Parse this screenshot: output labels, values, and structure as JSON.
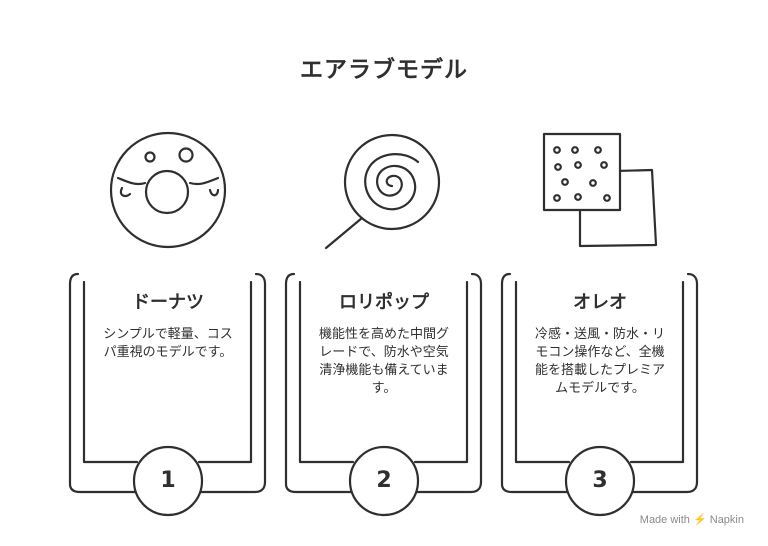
{
  "title": "エアラブモデル",
  "cards": [
    {
      "number": "1",
      "heading": "ドーナツ",
      "description": "シンプルで軽量、コスパ重視のモデルです。",
      "icon": "donut-icon"
    },
    {
      "number": "2",
      "heading": "ロリポップ",
      "description": "機能性を高めた中間グレードで、防水や空気清浄機能も備えています。",
      "icon": "lollipop-icon"
    },
    {
      "number": "3",
      "heading": "オレオ",
      "description": "冷感・送風・防水・リモコン操作など、全機能を搭載したプレミアムモデルです。",
      "icon": "cracker-icon"
    }
  ],
  "footer": {
    "made_with": "Made with",
    "brand": "Napkin",
    "logo_icon": "napkin-logo-icon"
  },
  "colors": {
    "stroke": "#2f2f2f",
    "background": "#ffffff"
  }
}
